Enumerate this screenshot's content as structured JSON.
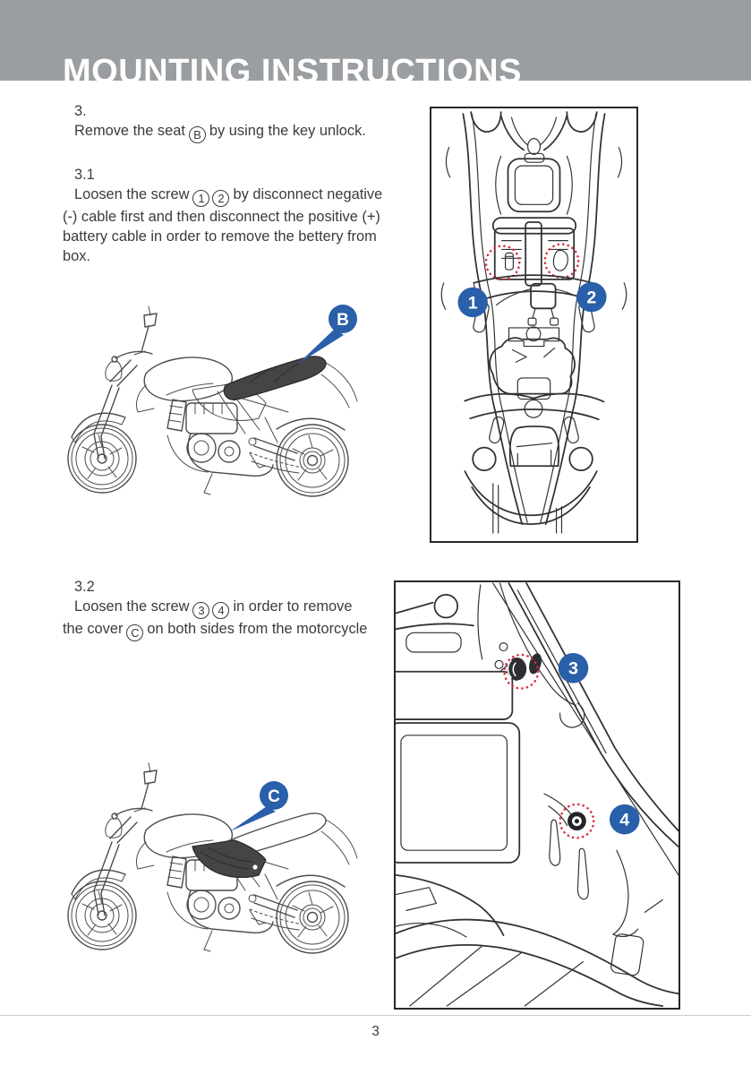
{
  "header": {
    "title": "MOUNTING INSTRUCTIONS"
  },
  "sections": {
    "s3": {
      "label": "3.",
      "l1a": "Remove the seat",
      "l1m1": "B",
      "l1b": "by using the key unlock."
    },
    "s31": {
      "label": "3.1",
      "l1a": "Loosen the screw",
      "l1m1": "1",
      "l1m2": "2",
      "l1b": "by disconnect negative",
      "l2": "(-) cable first and then disconnect the positive (+)",
      "l3": "battery cable in order to remove the bettery from",
      "l4": "box."
    },
    "s32": {
      "label": "3.2",
      "l1a": "Loosen the screw",
      "l1m1": "3",
      "l1m2": "4",
      "l1b": "in order to remove",
      "l2a": "the cover",
      "l2m1": "C",
      "l2b": "on both sides from the motorcycle"
    }
  },
  "figures": {
    "seat_underside": {
      "callout1": "1",
      "callout2": "2"
    },
    "moto_seat": {
      "callout": "B"
    },
    "frame_closeup": {
      "callout1": "3",
      "callout2": "4"
    },
    "moto_cover": {
      "callout": "C"
    }
  },
  "footer": {
    "page_number": "3"
  },
  "colors": {
    "header_bg": "#9b9ea1",
    "callout_blue": "#2a5fa9",
    "marker_red": "#d92b3c",
    "body_text": "#3b3b3d",
    "highlight_fill": "#454547"
  }
}
